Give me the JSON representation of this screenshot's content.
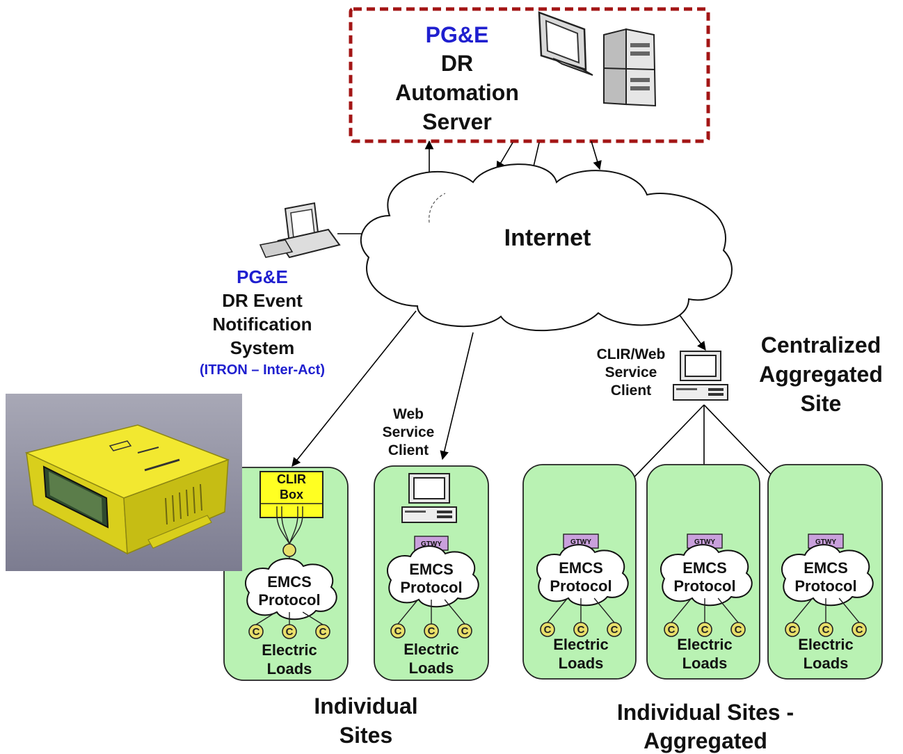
{
  "server": {
    "org": "PG&E",
    "line1": "DR",
    "line2": "Automation",
    "line3": "Server"
  },
  "internet": {
    "label": "Internet"
  },
  "notification": {
    "org": "PG&E",
    "line1": "DR Event",
    "line2": "Notification",
    "line3": "System",
    "sub": "(ITRON – Inter-Act)"
  },
  "centralized": {
    "client_line1": "CLIR/Web",
    "client_line2": "Service",
    "client_line3": "Client",
    "title_line1": "Centralized",
    "title_line2": "Aggregated",
    "title_line3": "Site"
  },
  "web_client": {
    "line1": "Web",
    "line2": "Service",
    "line3": "Client"
  },
  "clir_box": {
    "line1": "CLIR",
    "line2": "Box"
  },
  "gtwy_label": "GTWY",
  "emcs": {
    "line1": "EMCS",
    "line2": "Protocol"
  },
  "loads": {
    "line1": "Electric",
    "line2": "Loads",
    "symbol": "C"
  },
  "captions": {
    "individual_line1": "Individual",
    "individual_line2": "Sites",
    "aggregated_line1": "Individual Sites -",
    "aggregated_line2": "Aggregated"
  },
  "colors": {
    "site_fill": "#b9f2b3",
    "server_border": "#a31515",
    "pge_blue": "#1f1fcf",
    "clir_yellow": "#ffff22",
    "gtwy_purple": "#c9a0dc"
  }
}
